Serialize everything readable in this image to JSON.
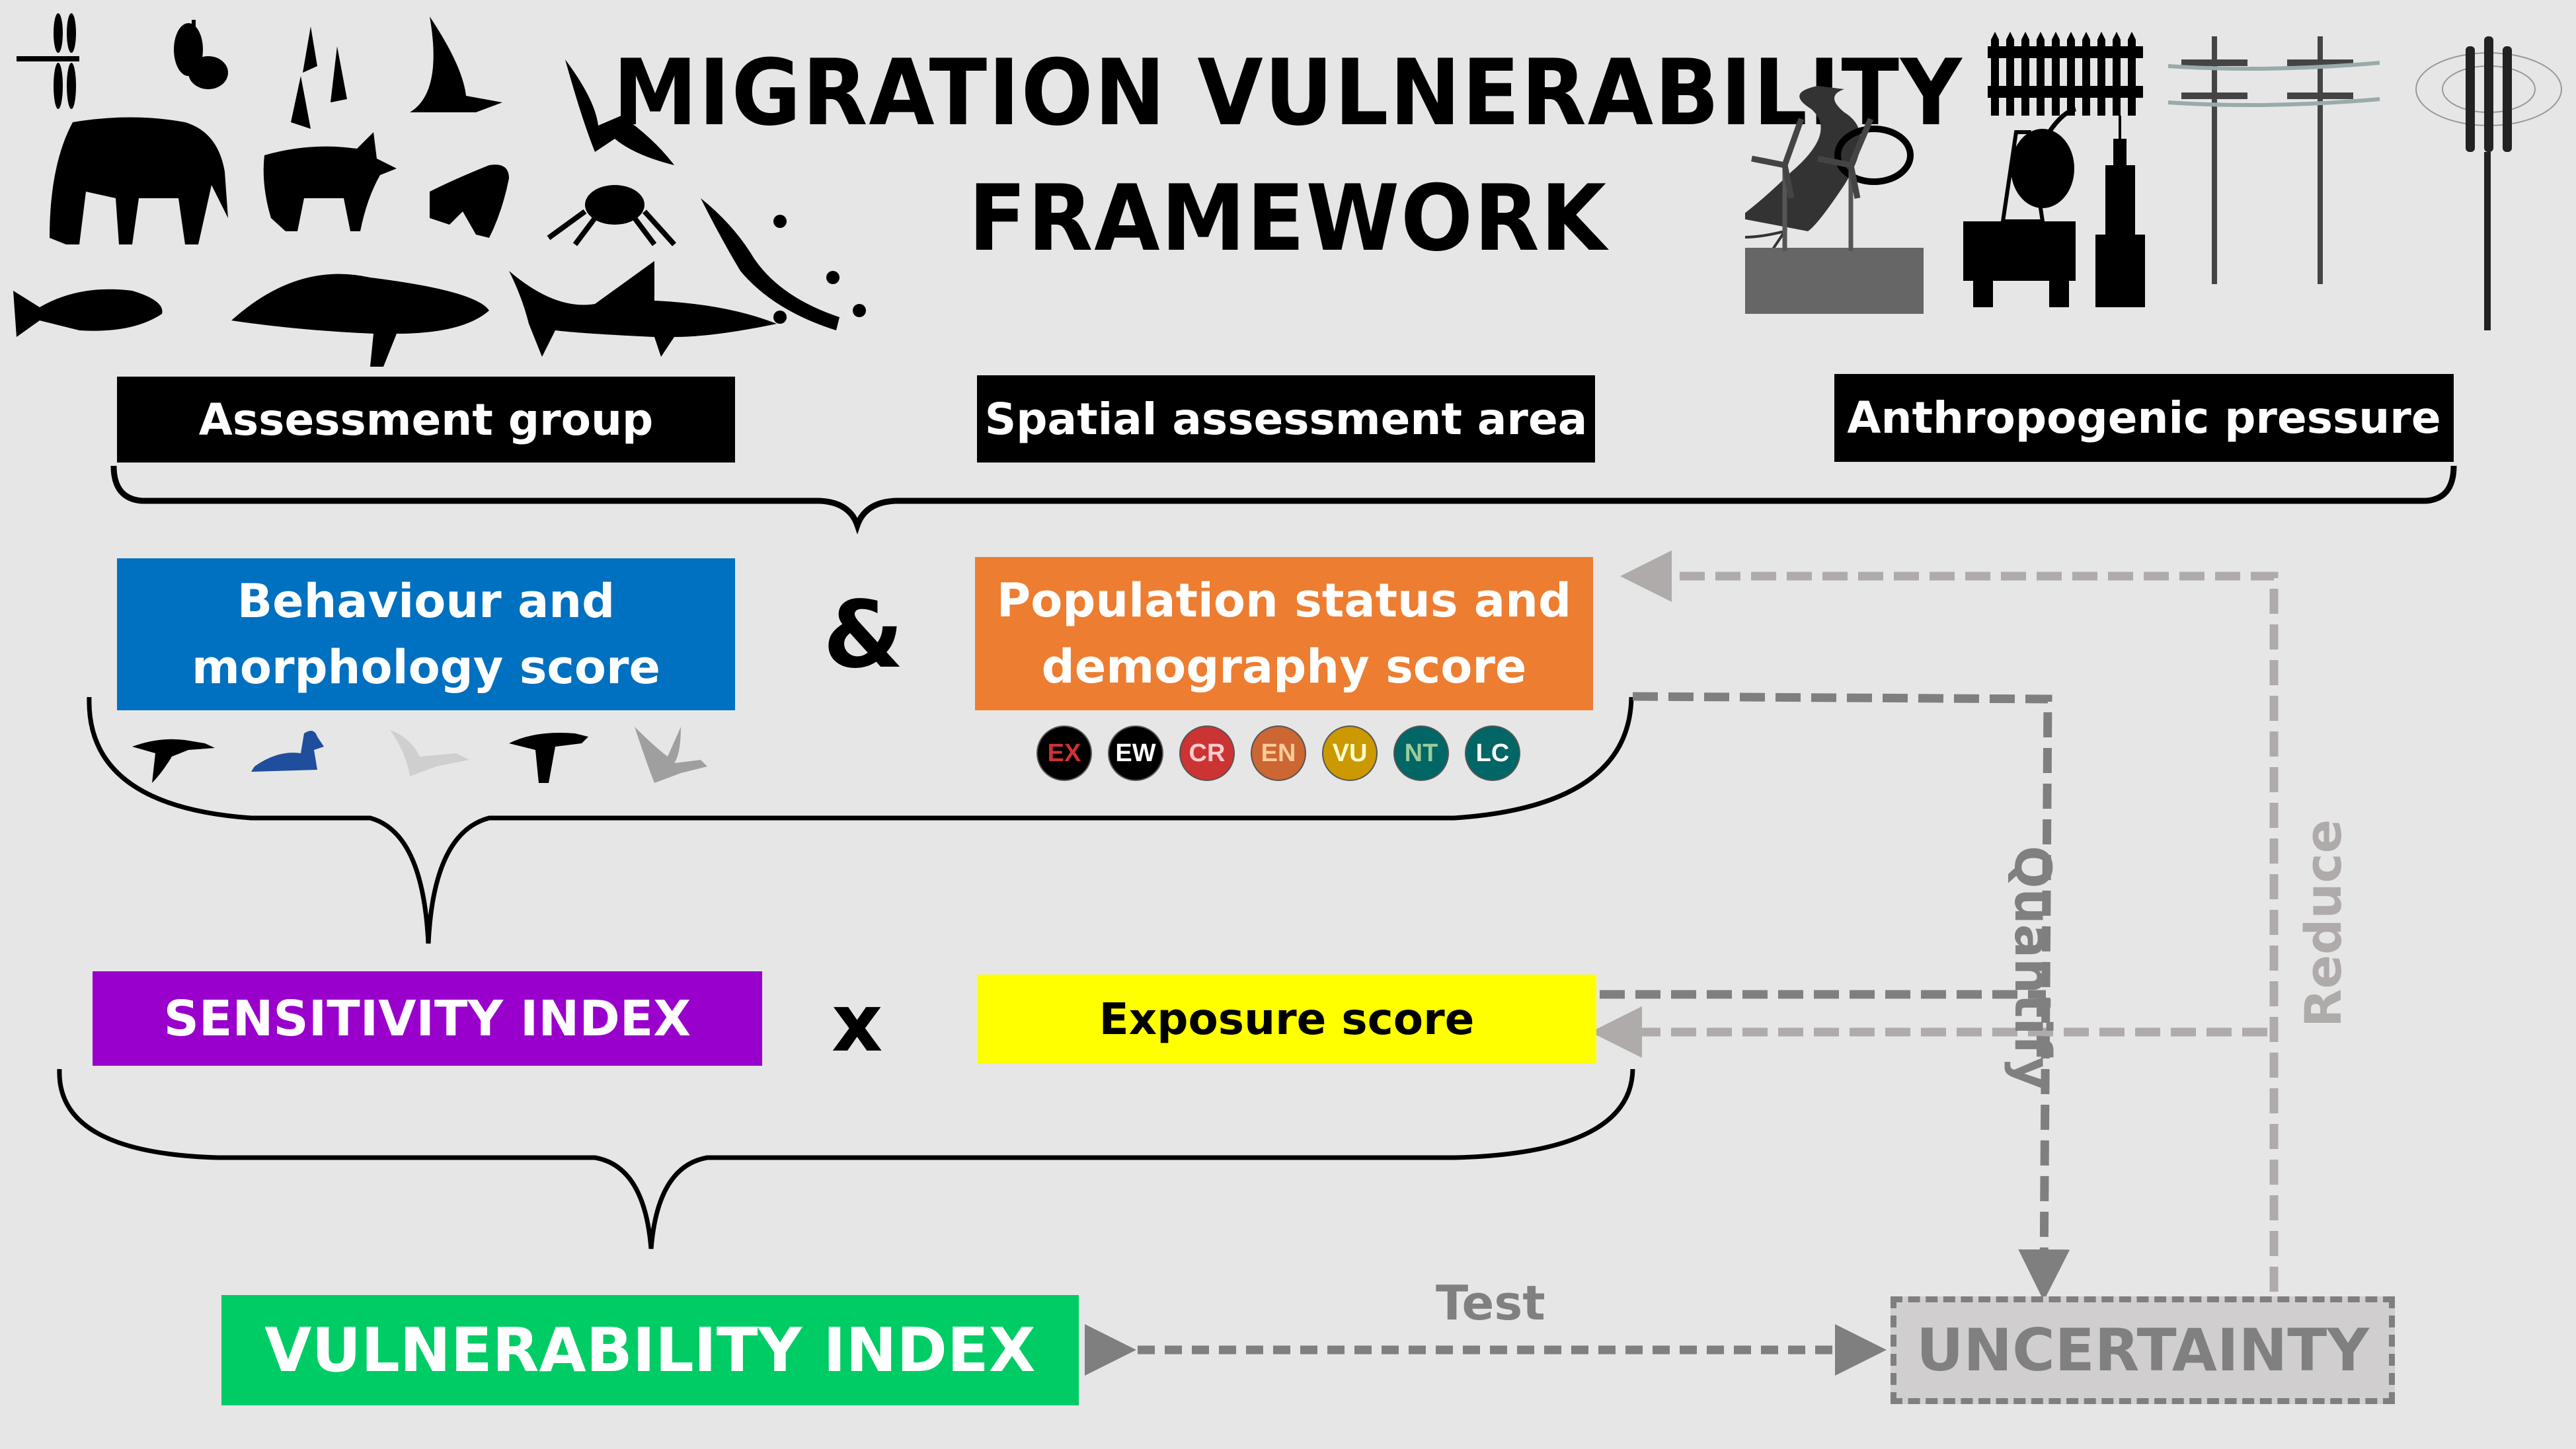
{
  "title": {
    "line1": "MIGRATION VULNERABILITY",
    "line2": "FRAMEWORK"
  },
  "inputs": {
    "assessment_group": "Assessment group",
    "spatial_area": "Spatial assessment area",
    "anthropogenic_pressure": "Anthropogenic pressure"
  },
  "scores": {
    "behaviour": "Behaviour and morphology score",
    "behaviour_line1": "Behaviour and",
    "behaviour_line2": "morphology score",
    "population_line1": "Population status and",
    "population_line2": "demography score",
    "and_symbol": "&"
  },
  "iucn_badges": [
    {
      "code": "EX",
      "bg": "#000000",
      "fg": "#cc3333"
    },
    {
      "code": "EW",
      "bg": "#000000",
      "fg": "#ffffff"
    },
    {
      "code": "CR",
      "bg": "#cc3333",
      "fg": "#ffcccc"
    },
    {
      "code": "EN",
      "bg": "#cc6633",
      "fg": "#ffcc99"
    },
    {
      "code": "VU",
      "bg": "#cc9900",
      "fg": "#ffffcc"
    },
    {
      "code": "NT",
      "bg": "#006666",
      "fg": "#99cc99"
    },
    {
      "code": "LC",
      "bg": "#006666",
      "fg": "#ffffff"
    }
  ],
  "indices": {
    "sensitivity": "SENSITIVITY INDEX",
    "times_symbol": "x",
    "exposure": "Exposure score",
    "vulnerability": "VULNERABILITY INDEX",
    "uncertainty": "UNCERTAINTY"
  },
  "arrows": {
    "quantify": "Quantify",
    "reduce": "Reduce",
    "test": "Test"
  },
  "colors": {
    "behaviour": "#0070c0",
    "population": "#ed7d31",
    "sensitivity": "#9900cc",
    "exposure": "#ffff00",
    "vulnerability": "#00cc66",
    "uncertainty_bg": "#d0cece",
    "uncertainty_text": "#808080",
    "quantify_line": "#7f7f7f",
    "reduce_line": "#afabab"
  },
  "animal_icons": [
    "dragonfly",
    "moth",
    "swifts",
    "seabird",
    "bat",
    "elephant",
    "wolf",
    "frog",
    "crab",
    "gecko",
    "salmon",
    "whale",
    "shark"
  ],
  "pressure_icons": [
    "fence",
    "power-lines",
    "cell-tower",
    "road",
    "trap",
    "bomb",
    "tidal-turbine",
    "fishing-net",
    "wind-farm",
    "oil-platform",
    "skyscraper"
  ],
  "bird_icons": [
    "eider-flying",
    "grebe-swimming",
    "gull-flying",
    "scoter-flying",
    "goose-flying"
  ]
}
